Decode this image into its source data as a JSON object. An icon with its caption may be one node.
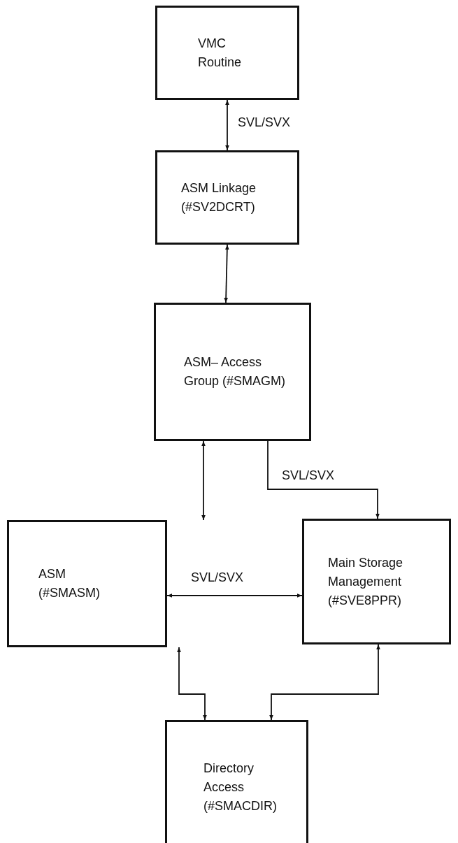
{
  "diagram": {
    "nodes": [
      {
        "text": [
          "VMC Routine"
        ]
      },
      {
        "text": [
          "ASM Linkage (#SV2DCRT)"
        ]
      },
      {
        "text": [
          "ASM– Access Group (#SMAGM)"
        ]
      },
      {
        "text": [
          "ASM (#SMASM)"
        ]
      },
      {
        "text": [
          "Main Storage Management (#SVE8PPR)"
        ]
      },
      {
        "text": [
          "Directory Access (#SMACDIR)"
        ]
      }
    ],
    "edges": [
      {
        "from": 0,
        "to": 1,
        "arrow": "both",
        "label": "SVL/SVX"
      },
      {
        "from": 1,
        "to": 2,
        "arrow": "both"
      },
      {
        "from": 2,
        "to": 3,
        "arrow": "both"
      },
      {
        "from": 2,
        "to": 4,
        "arrow": "to",
        "label": "SVL/SVX"
      },
      {
        "from": 3,
        "to": 4,
        "arrow": "both",
        "label": "SVL/SVX"
      },
      {
        "from": 3,
        "to": 5,
        "arrow": "both"
      },
      {
        "from": 4,
        "to": 5,
        "arrow": "both"
      }
    ]
  }
}
